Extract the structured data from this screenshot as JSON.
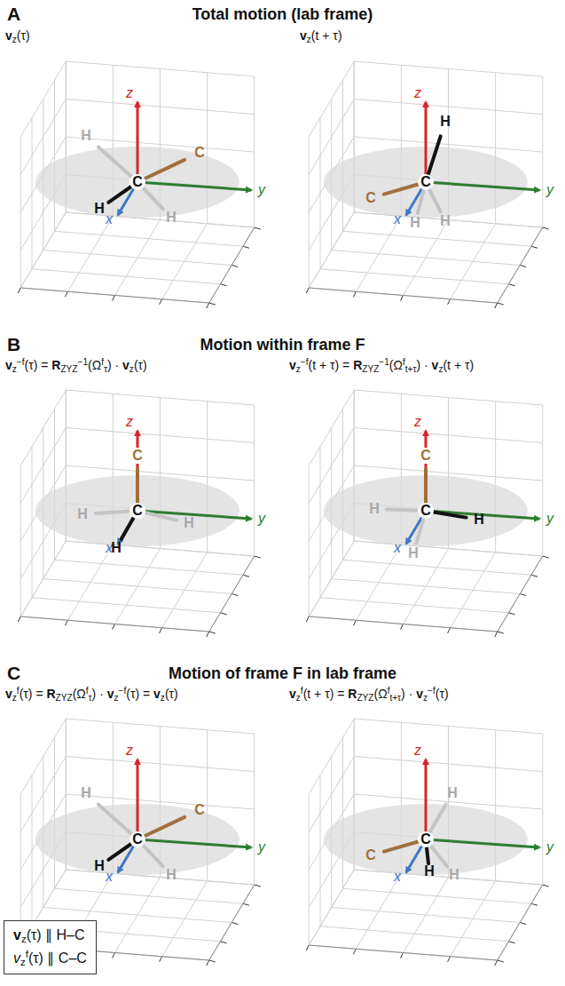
{
  "diagram": {
    "nodes": [
      {
        "text": [
          "vz(τ) ∥ H–C",
          "vzf(τ) ∥ C–C"
        ]
      }
    ],
    "labels": [
      "A",
      "Total motion (lab frame)",
      "vz(τ)",
      "vz(t + τ)",
      "z",
      "y",
      "x",
      "C",
      "C",
      "H",
      "H",
      "H",
      "z",
      "y",
      "x",
      "C",
      "C",
      "H",
      "H",
      "H",
      "B",
      "Motion within frame F",
      "vz−f(τ) = RZYZ−1(Ωfτ) · vz(τ)",
      "vz−f(t + τ) = RZYZ−1(Ωft+τ) · vz(t + τ)",
      "z",
      "y",
      "x",
      "C",
      "C",
      "H",
      "H",
      "H",
      "z",
      "y",
      "x",
      "C",
      "C",
      "H",
      "H",
      "H",
      "C",
      "Motion of frame F in lab frame",
      "vzf(τ) = RZYZ(Ωfτ) · vz−f(τ) = vz(τ)",
      "vzf(t + τ) = RZYZ(Ωft+τ) · vz−f(τ)",
      "z",
      "y",
      "x",
      "C",
      "C",
      "H",
      "H",
      "H",
      "z",
      "y",
      "x",
      "C",
      "C",
      "H",
      "H",
      "H"
    ]
  }
}
